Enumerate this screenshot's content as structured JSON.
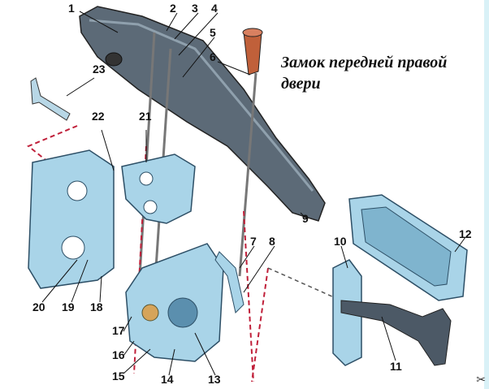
{
  "caption": {
    "line1": "Замок передней правой",
    "line2": "двери"
  },
  "callouts": [
    "1",
    "2",
    "3",
    "4",
    "5",
    "6",
    "7",
    "8",
    "9",
    "10",
    "11",
    "12",
    "13",
    "14",
    "15",
    "16",
    "17",
    "18",
    "19",
    "20",
    "21",
    "22",
    "23"
  ],
  "colors": {
    "part_fill": "#a9d4e8",
    "part_shadow": "#5b8fae",
    "handle": "#4c5966",
    "knob": "#c0603a",
    "dash": "#c0203a"
  },
  "icons": {
    "corner": "tools-icon"
  }
}
